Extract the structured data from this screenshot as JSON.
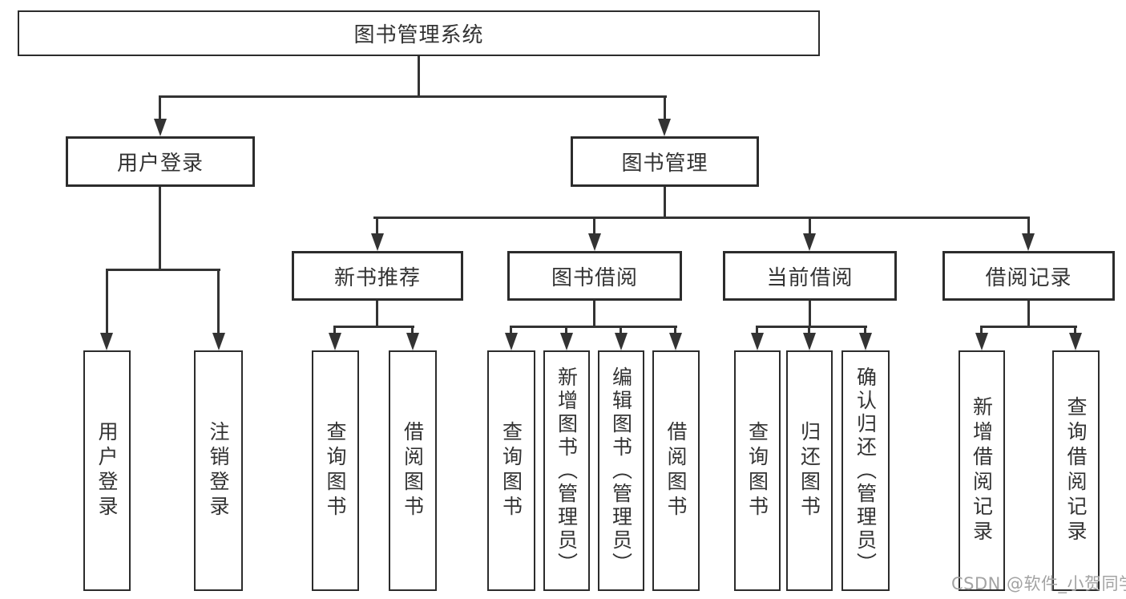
{
  "diagram_title": "图书管理系统",
  "tree": {
    "root": {
      "label": "图书管理系统"
    },
    "level1": [
      {
        "label": "用户登录"
      },
      {
        "label": "图书管理"
      }
    ],
    "level2": [
      {
        "label": "新书推荐"
      },
      {
        "label": "图书借阅"
      },
      {
        "label": "当前借阅"
      },
      {
        "label": "借阅记录"
      }
    ],
    "leaves": {
      "user_login": [
        "用户登录",
        "注销登录"
      ],
      "new_book": [
        "查询图书",
        "借阅图书"
      ],
      "book_borrow": [
        "查询图书",
        "新增图书（管理员）",
        "编辑图书（管理员）",
        "借阅图书"
      ],
      "current_borrow": [
        "查询图书",
        "归还图书",
        "确认归还（管理员）"
      ],
      "borrow_record": [
        "新增借阅记录",
        "查询借阅记录"
      ]
    }
  },
  "watermark": {
    "text": "CSDN @软件_小贺同学",
    "color": "#a3a3a3"
  },
  "colors": {
    "line": "#333333",
    "box_border": "#2c2c2c",
    "text": "#333333",
    "background": "#ffffff"
  }
}
